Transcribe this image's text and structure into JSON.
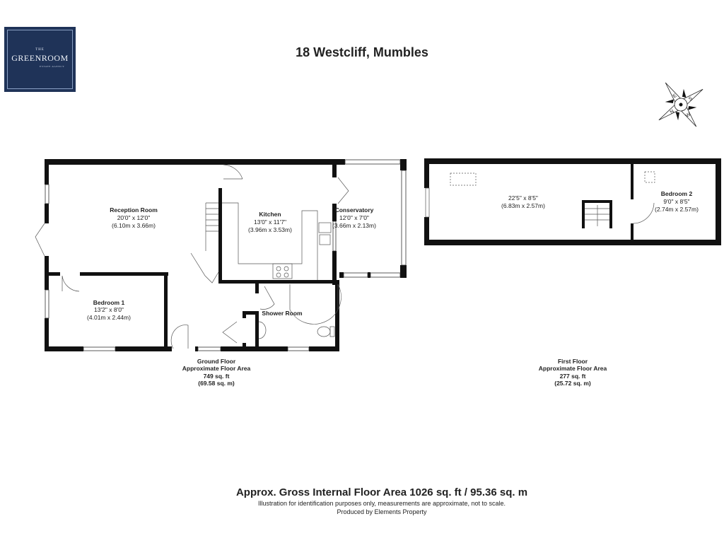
{
  "logo": {
    "the": "THE",
    "name": "GREENROOM",
    "subtitle": "ESTATE AGENCY",
    "color": "#1f3358"
  },
  "title": "18 Westcliff, Mumbles",
  "compass": {
    "labels": [
      "E",
      "S",
      "W",
      "N"
    ]
  },
  "ground_floor": {
    "rooms": [
      {
        "name": "Reception Room",
        "imperial": "20'0\" x 12'0\"",
        "metric": "(6.10m x 3.66m)"
      },
      {
        "name": "Kitchen",
        "imperial": "13'0\" x 11'7\"",
        "metric": "(3.96m x 3.53m)"
      },
      {
        "name": "Conservatory",
        "imperial": "12'0\" x 7'0\"",
        "metric": "(3.66m x 2.13m)"
      },
      {
        "name": "Bedroom 1",
        "imperial": "13'2\" x 8'0\"",
        "metric": "(4.01m x 2.44m)"
      },
      {
        "name": "Shower Room"
      }
    ],
    "label": "Ground Floor",
    "area_label": "Approximate Floor Area",
    "area_sqft": "749 sq. ft",
    "area_sqm": "(69.58 sq. m)"
  },
  "first_floor": {
    "rooms": [
      {
        "imperial": "22'5\" x 8'5\"",
        "metric": "(6.83m x 2.57m)"
      },
      {
        "name": "Bedroom 2",
        "imperial": "9'0\" x 8'5\"",
        "metric": "(2.74m x 2.57m)"
      }
    ],
    "label": "First Floor",
    "area_label": "Approximate Floor Area",
    "area_sqft": "277 sq. ft",
    "area_sqm": "(25.72 sq. m)"
  },
  "footer": {
    "gross": "Approx. Gross Internal Floor Area 1026 sq. ft / 95.36 sq. m",
    "disclaimer": "Illustration for identification purposes only, measurements are approximate, not to scale.",
    "producer": "Produced by Elements Property"
  }
}
